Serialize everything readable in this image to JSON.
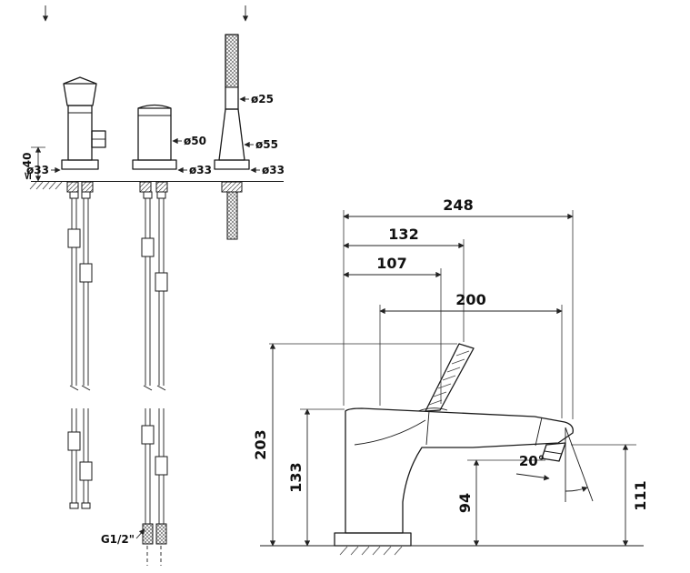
{
  "drawing": {
    "front_view": {
      "labels": {
        "valve_base_dia": "ø33",
        "spout_body_dia": "ø50",
        "spout_base_dia": "ø33",
        "handshower_dia": "ø25",
        "handshower_holder_dia": "ø55",
        "handshower_base_dia": "ø33",
        "max_deck_thickness": "≤ 40",
        "connection_thread": "G1/2\""
      }
    },
    "side_view": {
      "labels": {
        "total_depth": "248",
        "handle_reach": "132",
        "handle_base_reach": "107",
        "spout_reach": "200",
        "total_height": "203",
        "body_height": "133",
        "outlet_height": "94",
        "tip_height": "111",
        "spout_angle": "20°"
      }
    }
  }
}
